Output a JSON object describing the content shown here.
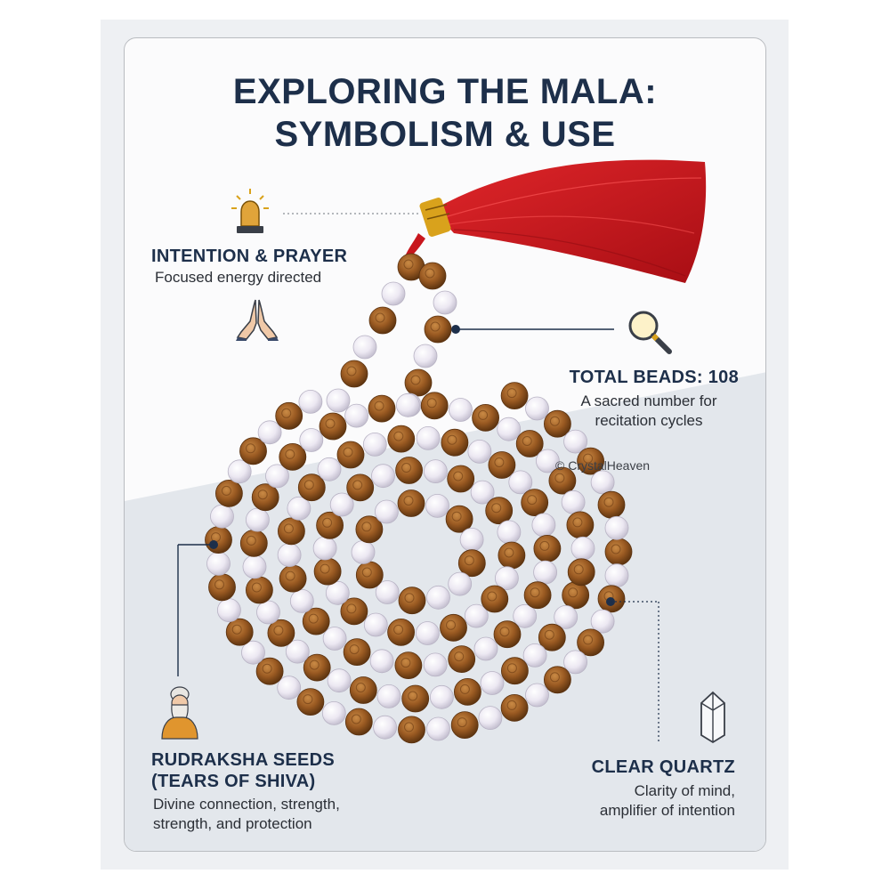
{
  "title": {
    "line1": "EXPLORING THE MALA:",
    "line2": "SYMBOLISM & USE"
  },
  "callouts": {
    "intention": {
      "heading": "INTENTION & PRAYER",
      "description": "Focused energy directed",
      "icon": "bell-icon",
      "icon2": "praying-hands-icon"
    },
    "total_beads": {
      "heading": "TOTAL BEADS: 108",
      "description_line1": "A sacred number for",
      "description_line2": "recitation cycles",
      "icon": "magnifying-glass-icon"
    },
    "rudraksha": {
      "heading_line1": "RUDRAKSHA SEEDS",
      "heading_line2": "(TEARS OF SHIVA)",
      "description_line1": "Divine connection, strength,",
      "description_line2": "strength, and protection",
      "icon": "sage-icon"
    },
    "quartz": {
      "heading": "CLEAR QUARTZ",
      "description_line1": "Clarity of mind,",
      "description_line2": "amplifier of intention",
      "icon": "crystal-icon"
    }
  },
  "watermark": "© CrystalHeaven",
  "colors": {
    "heading": "#1d2f4a",
    "tassel": "#c8161d",
    "rudraksha": "#9a5a22",
    "quartz": "#e8e4ee"
  }
}
